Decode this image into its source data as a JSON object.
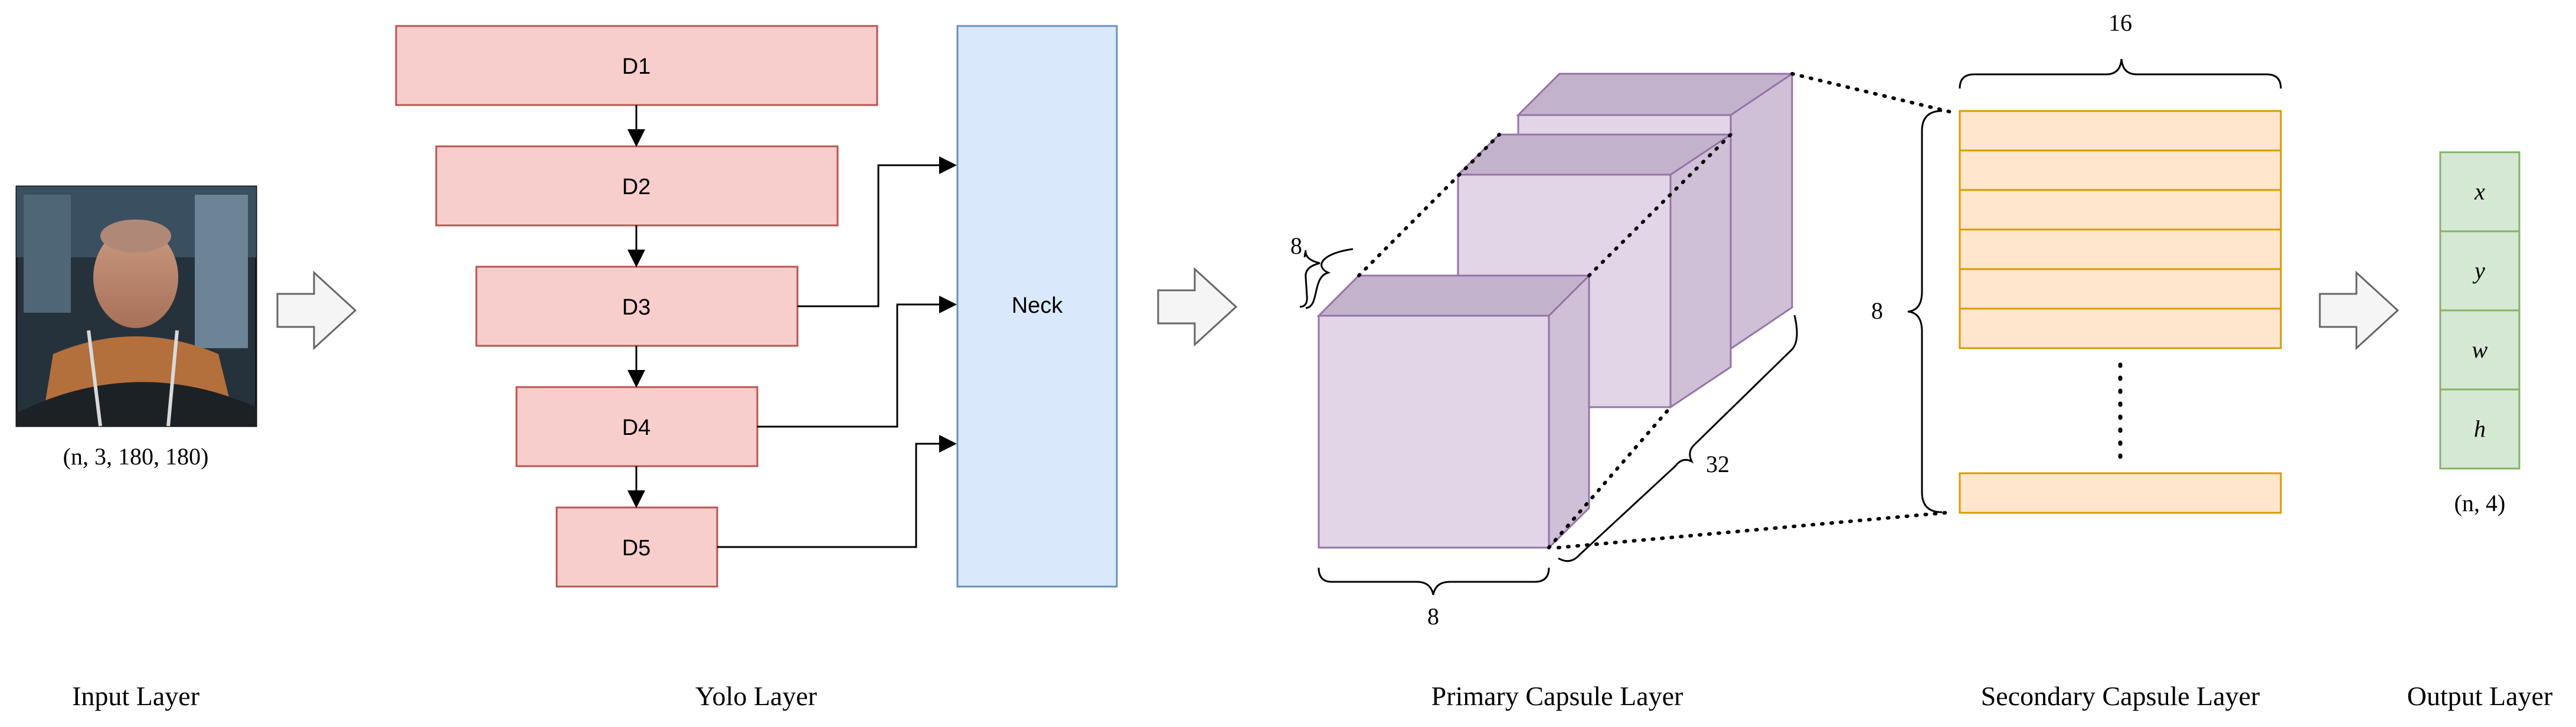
{
  "input": {
    "shape_label": "(n, 3, 180, 180)",
    "layer_label": "Input Layer",
    "photo_icon": "driver-photo"
  },
  "yolo": {
    "layer_label": "Yolo Layer",
    "blocks": [
      "D1",
      "D2",
      "D3",
      "D4",
      "D5"
    ],
    "neck_label": "Neck",
    "block_fill": "#f8cecc",
    "block_stroke": "#b85450",
    "neck_fill": "#dae8fc",
    "neck_stroke": "#6c8ebf"
  },
  "primary": {
    "layer_label": "Primary Capsule Layer",
    "size_top": "8",
    "size_bottom": "8",
    "depth": "32",
    "cube_stroke": "#9673a6"
  },
  "secondary": {
    "layer_label": "Secondary Capsule Layer",
    "width": "16",
    "height": "8",
    "row_fill": "#ffe6cc",
    "row_stroke": "#d79b00"
  },
  "output": {
    "layer_label": "Output Layer",
    "cells": [
      "x",
      "y",
      "w",
      "h"
    ],
    "shape_label": "(n, 4)",
    "cell_fill": "#d5e8d4",
    "cell_stroke": "#82b366"
  },
  "colors": {
    "stroke": "#000000",
    "arrow_fill": "#f5f5f5",
    "arrow_stroke": "#666666"
  }
}
